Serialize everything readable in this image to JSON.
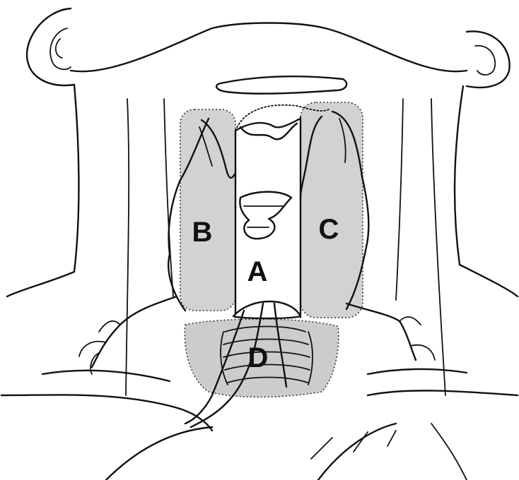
{
  "labels": {
    "a": "A",
    "b": "B",
    "c": "C",
    "d": "D"
  },
  "colors": {
    "zone_fill": "#d2d2d2",
    "line": "#111111",
    "background": "#ffffff"
  }
}
